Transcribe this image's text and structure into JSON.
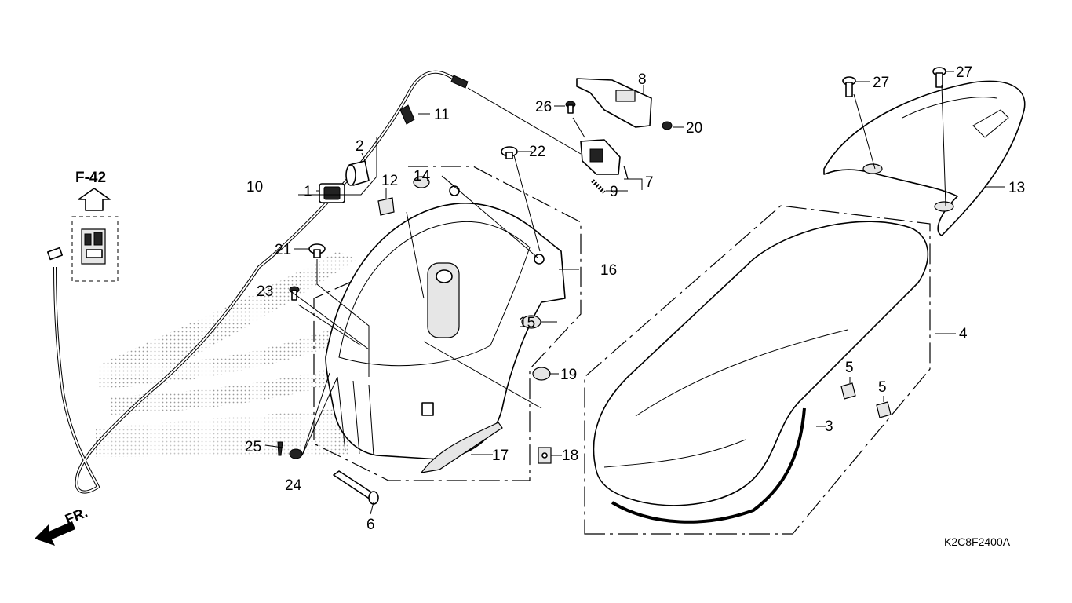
{
  "diagram": {
    "reference_code": "K2C8F2400A",
    "front_indicator": "FR.",
    "cross_reference": "F-42",
    "callouts": {
      "c1": "1",
      "c2": "2",
      "c3": "3",
      "c4": "4",
      "c5a": "5",
      "c5b": "5",
      "c6": "6",
      "c7": "7",
      "c8": "8",
      "c9": "9",
      "c10": "10",
      "c11": "11",
      "c12": "12",
      "c13": "13",
      "c14": "14",
      "c15": "15",
      "c16": "16",
      "c17": "17",
      "c18": "18",
      "c19": "19",
      "c20": "20",
      "c21": "21",
      "c22": "22",
      "c23": "23",
      "c24": "24",
      "c25": "25",
      "c26": "26",
      "c27a": "27",
      "c27b": "27"
    }
  }
}
